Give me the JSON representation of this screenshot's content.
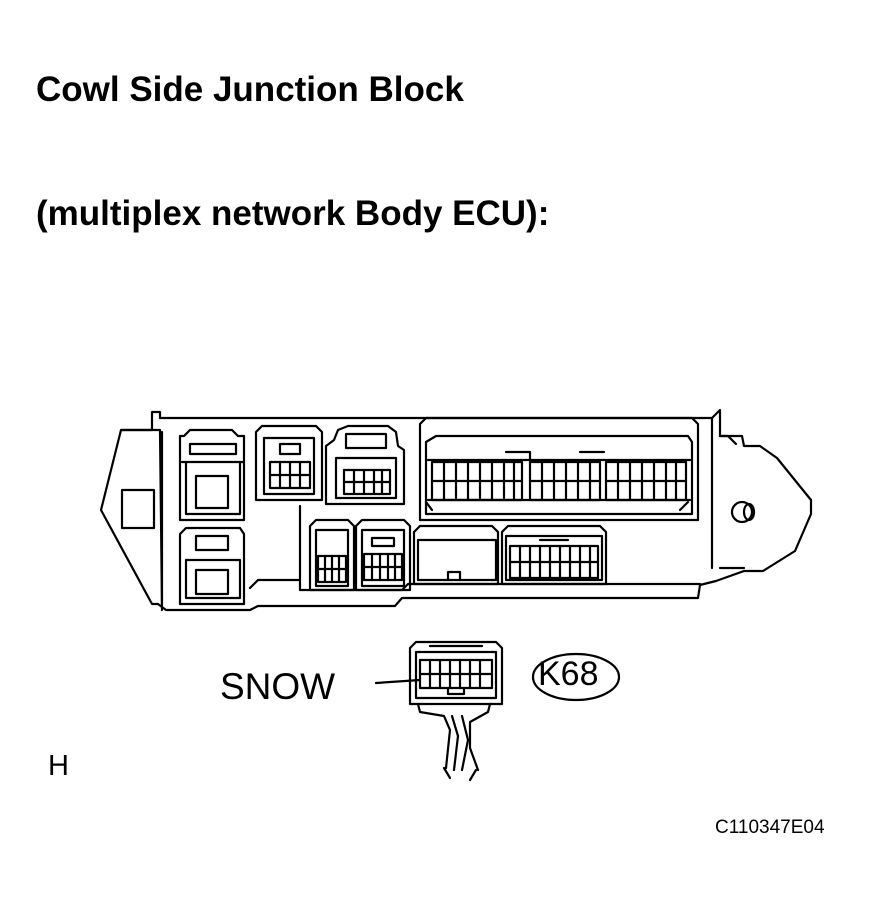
{
  "heading": {
    "line1": "Cowl Side Junction Block",
    "line2": "(multiplex network Body ECU):"
  },
  "callouts": {
    "connector_name": "SNOW",
    "connector_id": "K68",
    "position_mark": "H"
  },
  "figure_code": "C110347E04"
}
